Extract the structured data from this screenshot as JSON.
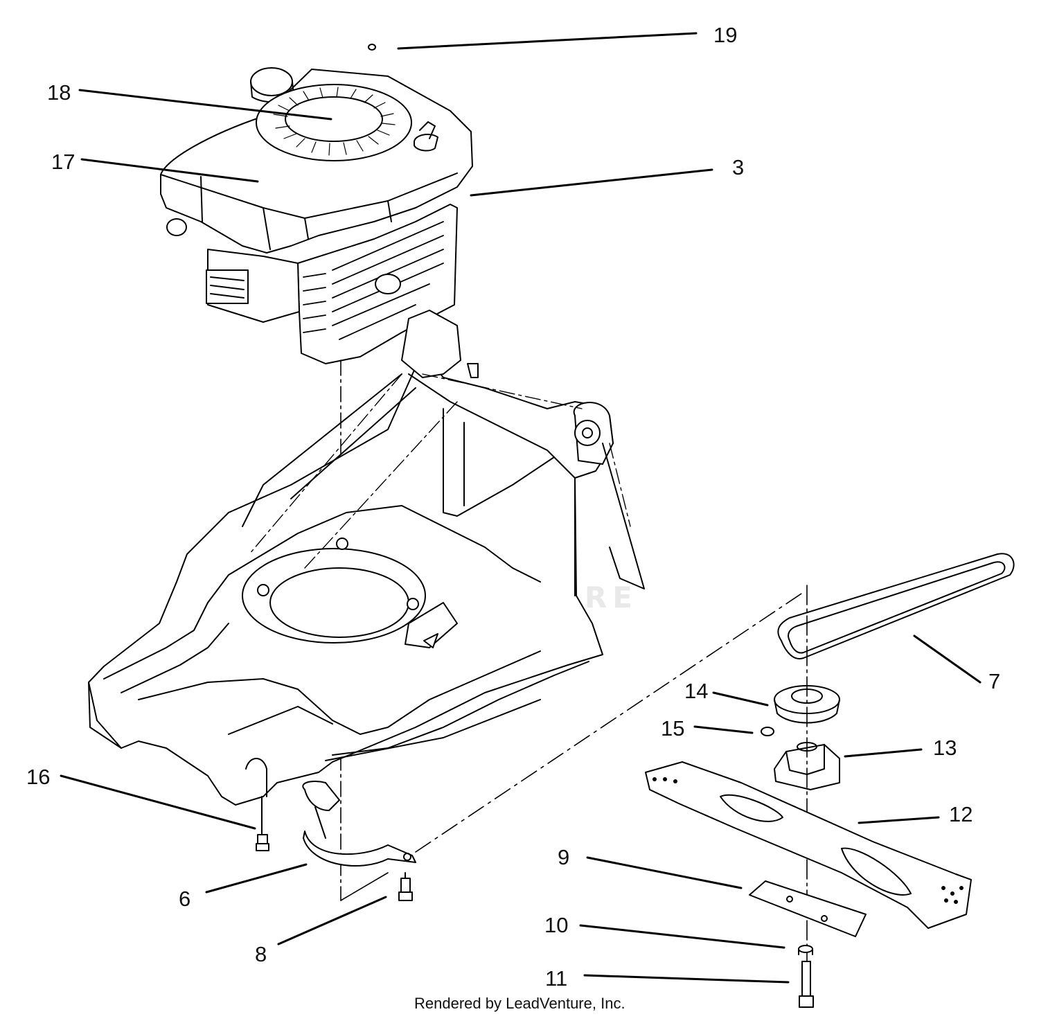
{
  "diagram": {
    "callouts": [
      {
        "id": "19",
        "label": "19"
      },
      {
        "id": "18",
        "label": "18"
      },
      {
        "id": "17",
        "label": "17"
      },
      {
        "id": "3",
        "label": "3"
      },
      {
        "id": "7",
        "label": "7"
      },
      {
        "id": "14",
        "label": "14"
      },
      {
        "id": "15",
        "label": "15"
      },
      {
        "id": "13",
        "label": "13"
      },
      {
        "id": "12",
        "label": "12"
      },
      {
        "id": "16",
        "label": "16"
      },
      {
        "id": "9",
        "label": "9"
      },
      {
        "id": "6",
        "label": "6"
      },
      {
        "id": "10",
        "label": "10"
      },
      {
        "id": "8",
        "label": "8"
      },
      {
        "id": "11",
        "label": "11"
      }
    ],
    "watermark": "LEADVENTURE",
    "credit": "Rendered by LeadVenture, Inc."
  }
}
